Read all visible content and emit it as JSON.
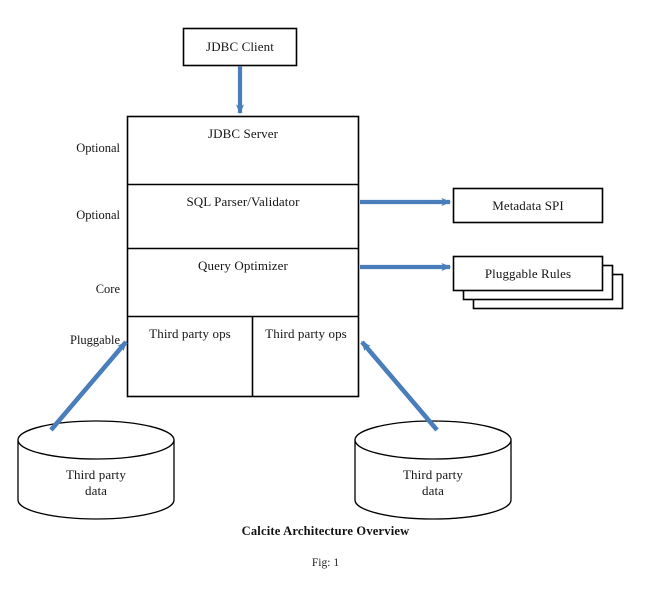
{
  "figure": {
    "caption": "Calcite Architecture Overview",
    "figure_number": "Fig: 1"
  },
  "colors": {
    "arrow": "#4a7ebb",
    "stroke": "#000000",
    "background": "#ffffff",
    "text": "#151515"
  },
  "client": {
    "label": "JDBC Client"
  },
  "stack": {
    "tiers": [
      {
        "tier_label": "Optional",
        "name": "JDBC Server"
      },
      {
        "tier_label": "Optional",
        "name": "SQL Parser/Validator"
      },
      {
        "tier_label": "Core",
        "name": "Query Optimizer"
      },
      {
        "tier_label": "Pluggable",
        "name": null
      }
    ],
    "pluggable_cells": [
      {
        "name": "Third party ops"
      },
      {
        "name": "Third party ops"
      }
    ]
  },
  "side_nodes": [
    {
      "name": "Metadata SPI",
      "stacked": false,
      "stack_count": 1
    },
    {
      "name": "Pluggable Rules",
      "stacked": true,
      "stack_count": 3
    }
  ],
  "datastores": [
    {
      "label": "Third party\ndata"
    },
    {
      "label": "Third party\ndata"
    }
  ],
  "arrows": [
    {
      "from": "JDBC Client",
      "to": "JDBC Server",
      "direction": "down"
    },
    {
      "from": "SQL Parser/Validator",
      "to": "Metadata SPI",
      "direction": "right"
    },
    {
      "from": "Query Optimizer",
      "to": "Pluggable Rules",
      "direction": "right"
    },
    {
      "from": "Third party data",
      "to": "Third party ops",
      "direction": "up-right"
    },
    {
      "from": "Third party data",
      "to": "Third party ops",
      "direction": "up-left"
    }
  ]
}
